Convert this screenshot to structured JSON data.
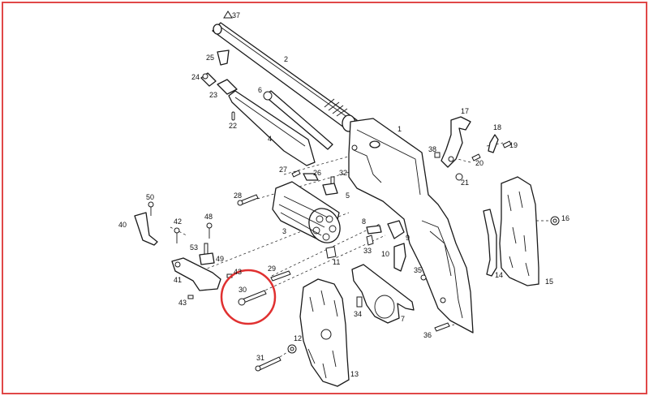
{
  "frame_color": "#e04848",
  "highlight_color": "#e03030",
  "highlighted_part": "30",
  "part_labels": [
    {
      "id": "p37",
      "text": "37"
    },
    {
      "id": "p2",
      "text": "2"
    },
    {
      "id": "p25",
      "text": "25"
    },
    {
      "id": "p24",
      "text": "24"
    },
    {
      "id": "p23",
      "text": "23"
    },
    {
      "id": "p6",
      "text": "6"
    },
    {
      "id": "p22",
      "text": "22"
    },
    {
      "id": "p4",
      "text": "4"
    },
    {
      "id": "p1",
      "text": "1"
    },
    {
      "id": "p17",
      "text": "17"
    },
    {
      "id": "p18",
      "text": "18"
    },
    {
      "id": "p19",
      "text": "19"
    },
    {
      "id": "p38",
      "text": "38"
    },
    {
      "id": "p20",
      "text": "20"
    },
    {
      "id": "p21",
      "text": "21"
    },
    {
      "id": "p27",
      "text": "27"
    },
    {
      "id": "p26",
      "text": "26"
    },
    {
      "id": "p32",
      "text": "32"
    },
    {
      "id": "p5",
      "text": "5"
    },
    {
      "id": "p28",
      "text": "28"
    },
    {
      "id": "p50",
      "text": "50"
    },
    {
      "id": "p40",
      "text": "40"
    },
    {
      "id": "p42",
      "text": "42"
    },
    {
      "id": "p48",
      "text": "48"
    },
    {
      "id": "p3",
      "text": "3"
    },
    {
      "id": "p8",
      "text": "8"
    },
    {
      "id": "p9",
      "text": "9"
    },
    {
      "id": "p33",
      "text": "33"
    },
    {
      "id": "p11",
      "text": "11"
    },
    {
      "id": "p10",
      "text": "10"
    },
    {
      "id": "p16",
      "text": "16"
    },
    {
      "id": "p53",
      "text": "53"
    },
    {
      "id": "p49",
      "text": "49"
    },
    {
      "id": "p41",
      "text": "41"
    },
    {
      "id": "p43a",
      "text": "43"
    },
    {
      "id": "p43b",
      "text": "43"
    },
    {
      "id": "p29",
      "text": "29"
    },
    {
      "id": "p30",
      "text": "30"
    },
    {
      "id": "p35",
      "text": "35"
    },
    {
      "id": "p14",
      "text": "14"
    },
    {
      "id": "p15",
      "text": "15"
    },
    {
      "id": "p34",
      "text": "34"
    },
    {
      "id": "p7",
      "text": "7"
    },
    {
      "id": "p36",
      "text": "36"
    },
    {
      "id": "p12",
      "text": "12"
    },
    {
      "id": "p31",
      "text": "31"
    },
    {
      "id": "p13",
      "text": "13"
    }
  ]
}
